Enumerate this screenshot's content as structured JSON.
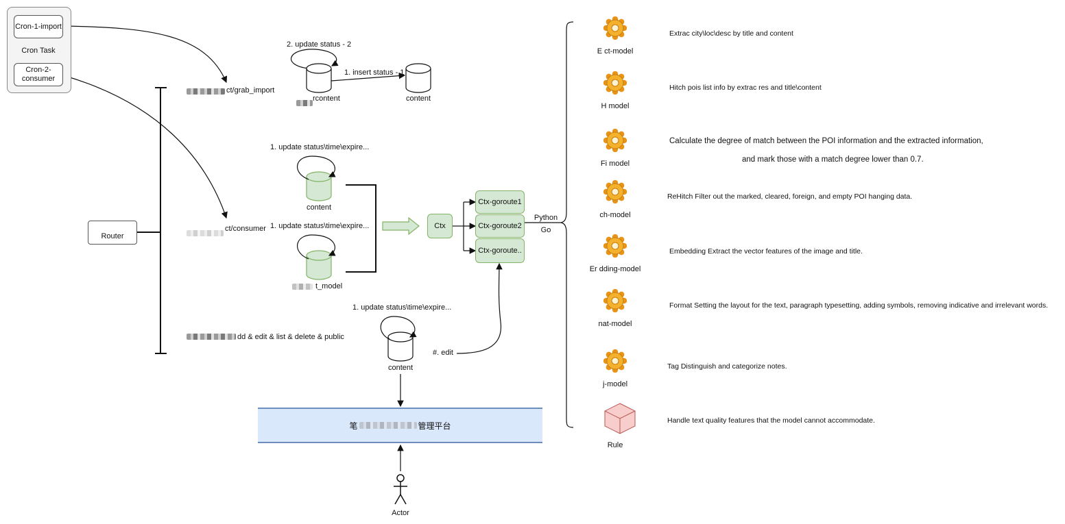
{
  "cron": {
    "group_label": "Cron Task",
    "import_label": "Cron-1-import",
    "consumer_label": "Cron-2-consumer"
  },
  "router": {
    "label": "Router"
  },
  "routes": {
    "grab_import": "ct/grab_import",
    "consumer": "ct/consumer",
    "crud": "dd & edit & list & delete & public"
  },
  "flow_top": {
    "loop_label": "2. update status - 2",
    "insert_label": "1. insert status - 1",
    "source_db": "rcontent",
    "target_db": "content"
  },
  "flow_mid": {
    "loop1_label": "1. update status\\time\\expire...",
    "db1": "content",
    "loop2_label": "1. update status\\time\\expire...",
    "db2": "t_model"
  },
  "flow_edit": {
    "loop_label": "1. update status\\time\\expire...",
    "db": "content",
    "edit_label": "#. edit"
  },
  "ctx": {
    "ctx_label": "Ctx",
    "goroutines": [
      "Ctx-goroute1",
      "Ctx-goroute2",
      "Ctx-goroute.."
    ],
    "lang_top": "Python",
    "lang_bottom": "Go"
  },
  "platform": {
    "label_suffix": "管理平台",
    "label_prefix": "笔"
  },
  "actor": {
    "label": "Actor"
  },
  "models": [
    {
      "name": "E        ct-model",
      "desc": "Extrac city\\loc\\desc by title and content"
    },
    {
      "name": "H      model",
      "desc": "Hitch pois list info by extrac res and title\\content"
    },
    {
      "name": "Fi      model",
      "desc": "Calculate the degree of match between the POI information and the extracted information,",
      "desc2": "and mark those with a match degree lower than 0.7."
    },
    {
      "name": "ch-model",
      "desc": "ReHitch Filter out the marked, cleared, foreign, and empty POI hanging data."
    },
    {
      "name": "Er      dding-model",
      "desc": "Embedding Extract the vector features of the image and title."
    },
    {
      "name": "nat-model",
      "desc": "Format Setting the layout for the text, paragraph typesetting, adding symbols, removing indicative and irrelevant words."
    },
    {
      "name": "j-model",
      "desc": "Tag Distinguish and categorize notes."
    },
    {
      "name": "Rule",
      "desc": "Handle text quality features that the model cannot accommodate."
    }
  ],
  "colors": {
    "green_fill": "#d5e8d4",
    "green_stroke": "#82b366",
    "banner_fill": "#dae8fc",
    "banner_stroke": "#6c8ebf",
    "gear": "#f0a020",
    "rule_cube": "#f8cecc"
  }
}
